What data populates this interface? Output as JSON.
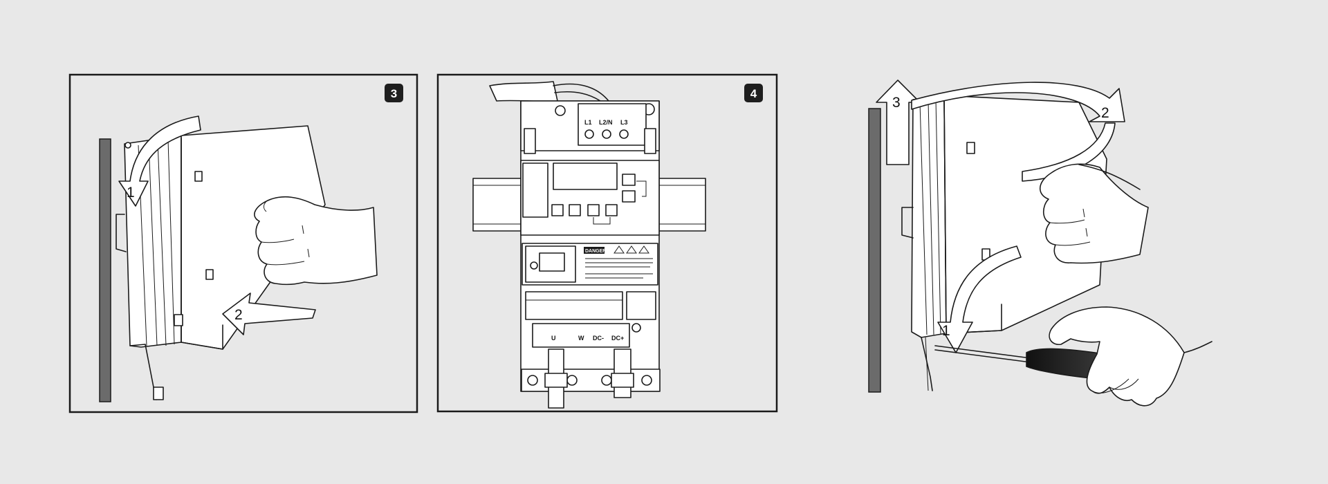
{
  "steps": [
    {
      "badge": "3",
      "arrows": [
        "1",
        "2"
      ]
    },
    {
      "badge": "4",
      "terminal_labels": [
        "L1",
        "L2/N",
        "L3"
      ],
      "warning_label": "DANGER",
      "lower_terminals": [
        "U",
        "W",
        "DC-",
        "DC+"
      ]
    },
    {
      "arrows": [
        "1",
        "2",
        "3"
      ]
    }
  ],
  "colors": {
    "background": "#e8e8e8",
    "line": "#1a1a1a",
    "rail": "#6b6b6b",
    "badge": "#1e1e1e"
  },
  "icons": [
    "hand-icon",
    "screwdriver-icon",
    "din-rail-icon",
    "inverter-icon",
    "curved-arrow-icon"
  ]
}
